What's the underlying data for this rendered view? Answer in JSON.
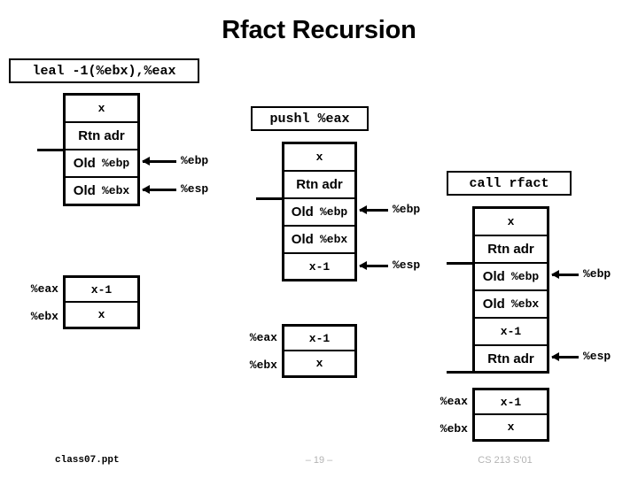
{
  "slide": {
    "title": "Rfact Recursion"
  },
  "instructions": [
    {
      "id": "leal",
      "text": "leal -1(%ebx),%eax"
    },
    {
      "id": "pushl",
      "text": "pushl %eax"
    },
    {
      "id": "call",
      "text": "call rfact"
    }
  ],
  "stacks": [
    {
      "id": "stack-1",
      "cells": [
        {
          "style": "mono",
          "text": "x"
        },
        {
          "style": "sans",
          "text": "Rtn adr"
        },
        {
          "style": "mix",
          "text": "Old ",
          "reg": "%ebp"
        },
        {
          "style": "mix",
          "text": "Old ",
          "reg": "%ebx"
        }
      ],
      "pointers": [
        {
          "label": "%ebp",
          "cell": 2
        },
        {
          "label": "%esp",
          "cell": 3
        }
      ]
    },
    {
      "id": "stack-2",
      "cells": [
        {
          "style": "mono",
          "text": "x"
        },
        {
          "style": "sans",
          "text": "Rtn adr"
        },
        {
          "style": "mix",
          "text": "Old ",
          "reg": "%ebp"
        },
        {
          "style": "mix",
          "text": "Old ",
          "reg": "%ebx"
        },
        {
          "style": "mono",
          "text": "x-1"
        }
      ],
      "pointers": [
        {
          "label": "%ebp",
          "cell": 2
        },
        {
          "label": "%esp",
          "cell": 4
        }
      ]
    },
    {
      "id": "stack-3",
      "cells": [
        {
          "style": "mono",
          "text": "x"
        },
        {
          "style": "sans",
          "text": "Rtn adr"
        },
        {
          "style": "mix",
          "text": "Old ",
          "reg": "%ebp"
        },
        {
          "style": "mix",
          "text": "Old ",
          "reg": "%ebx"
        },
        {
          "style": "mono",
          "text": "x-1"
        },
        {
          "style": "sans",
          "text": "Rtn adr"
        }
      ],
      "pointers": [
        {
          "label": "%ebp",
          "cell": 2
        },
        {
          "label": "%esp",
          "cell": 5
        }
      ]
    }
  ],
  "registers": [
    {
      "id": "regs-1",
      "rows": [
        {
          "name": "%eax",
          "value": "x-1"
        },
        {
          "name": "%ebx",
          "value": "x"
        }
      ]
    },
    {
      "id": "regs-2",
      "rows": [
        {
          "name": "%eax",
          "value": "x-1"
        },
        {
          "name": "%ebx",
          "value": "x"
        }
      ]
    },
    {
      "id": "regs-3",
      "rows": [
        {
          "name": "%eax",
          "value": "x-1"
        },
        {
          "name": "%ebx",
          "value": "x"
        }
      ]
    }
  ],
  "footer": {
    "left": "class07.ppt",
    "center": "– 19 –",
    "right": "CS 213 S'01"
  },
  "colors": {
    "ink": "#000000",
    "paper": "#ffffff",
    "footer_gray": "#b3b3b3"
  }
}
